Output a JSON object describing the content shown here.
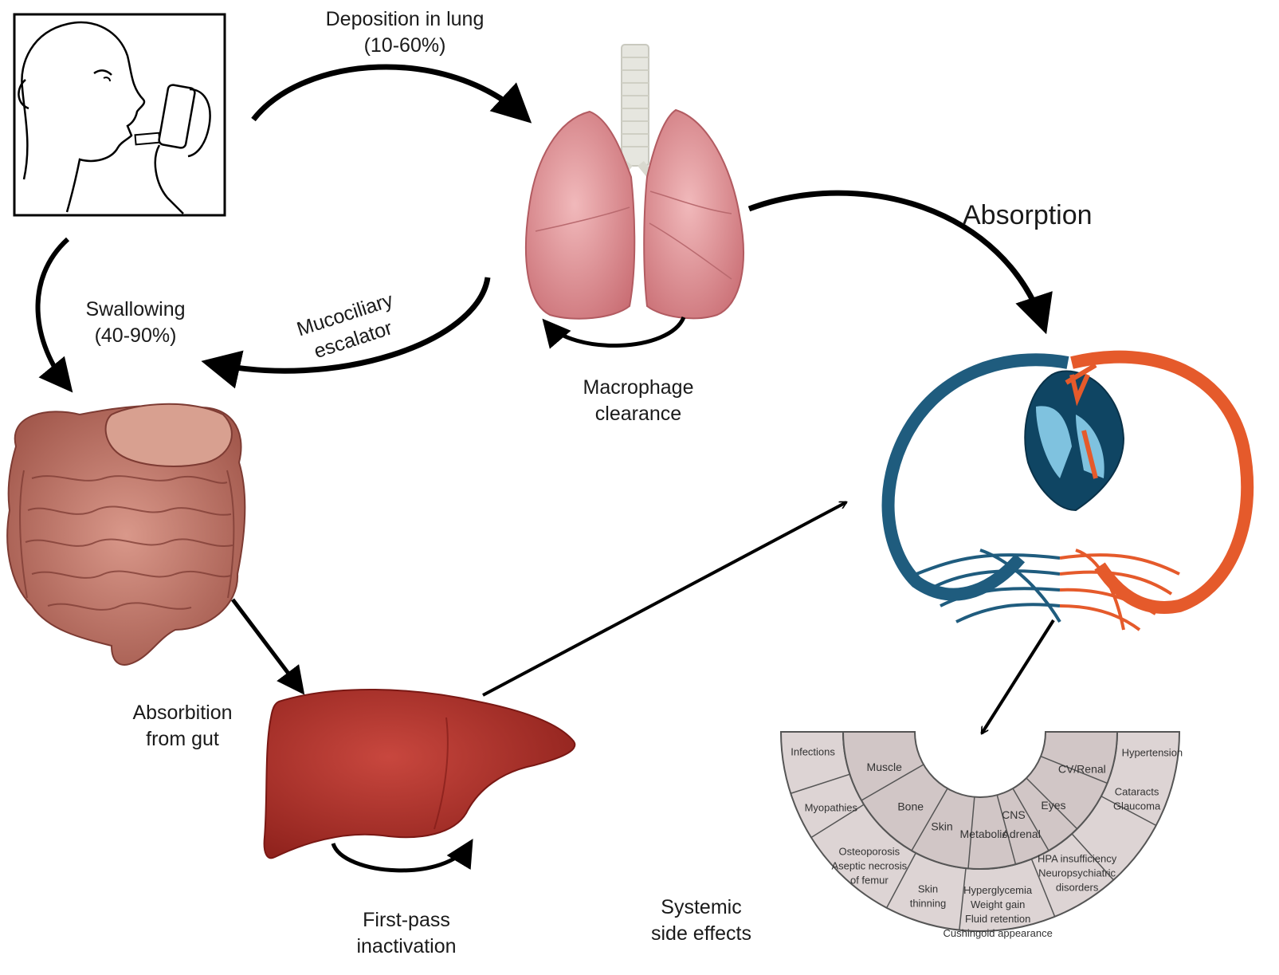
{
  "labels": {
    "deposition": [
      "Deposition in lung",
      "(10-60%)"
    ],
    "absorption": "Absorption",
    "swallowing": [
      "Swallowing",
      "(40-90%)"
    ],
    "mucociliary": [
      "Mucociliary",
      "escalator"
    ],
    "macrophage": [
      "Macrophage",
      "clearance"
    ],
    "absorbition_gut": [
      "Absorbition",
      "from gut"
    ],
    "first_pass": [
      "First-pass",
      "inactivation"
    ],
    "systemic": [
      "Systemic",
      "side effects"
    ]
  },
  "wheel": {
    "inner": [
      "Muscle",
      "Bone",
      "Skin",
      "Metabolic",
      "CNS",
      "Adrenal",
      "Eyes",
      "CV/Renal"
    ],
    "outer": [
      "Infections",
      "Myopathies",
      "Osteoporosis",
      "Aseptic necrosis",
      "of femur",
      "Skin",
      "thinning",
      "Hyperglycemia",
      "Weight gain",
      "Fluid retention",
      "Cushingoid appearance",
      "HPA insufficiency",
      "Neuropsychiatric",
      "disorders",
      "Cataracts",
      "Glaucoma",
      "Hypertension"
    ]
  },
  "colors": {
    "lung": "#e39a9e",
    "trachea": "#e6e6df",
    "liver": "#b5332b",
    "gut": "#c98072",
    "venous": "#1f5c7e",
    "arterial": "#e55a2b",
    "wheel_fill": "#ddd4d4",
    "arrow": "#000000"
  }
}
